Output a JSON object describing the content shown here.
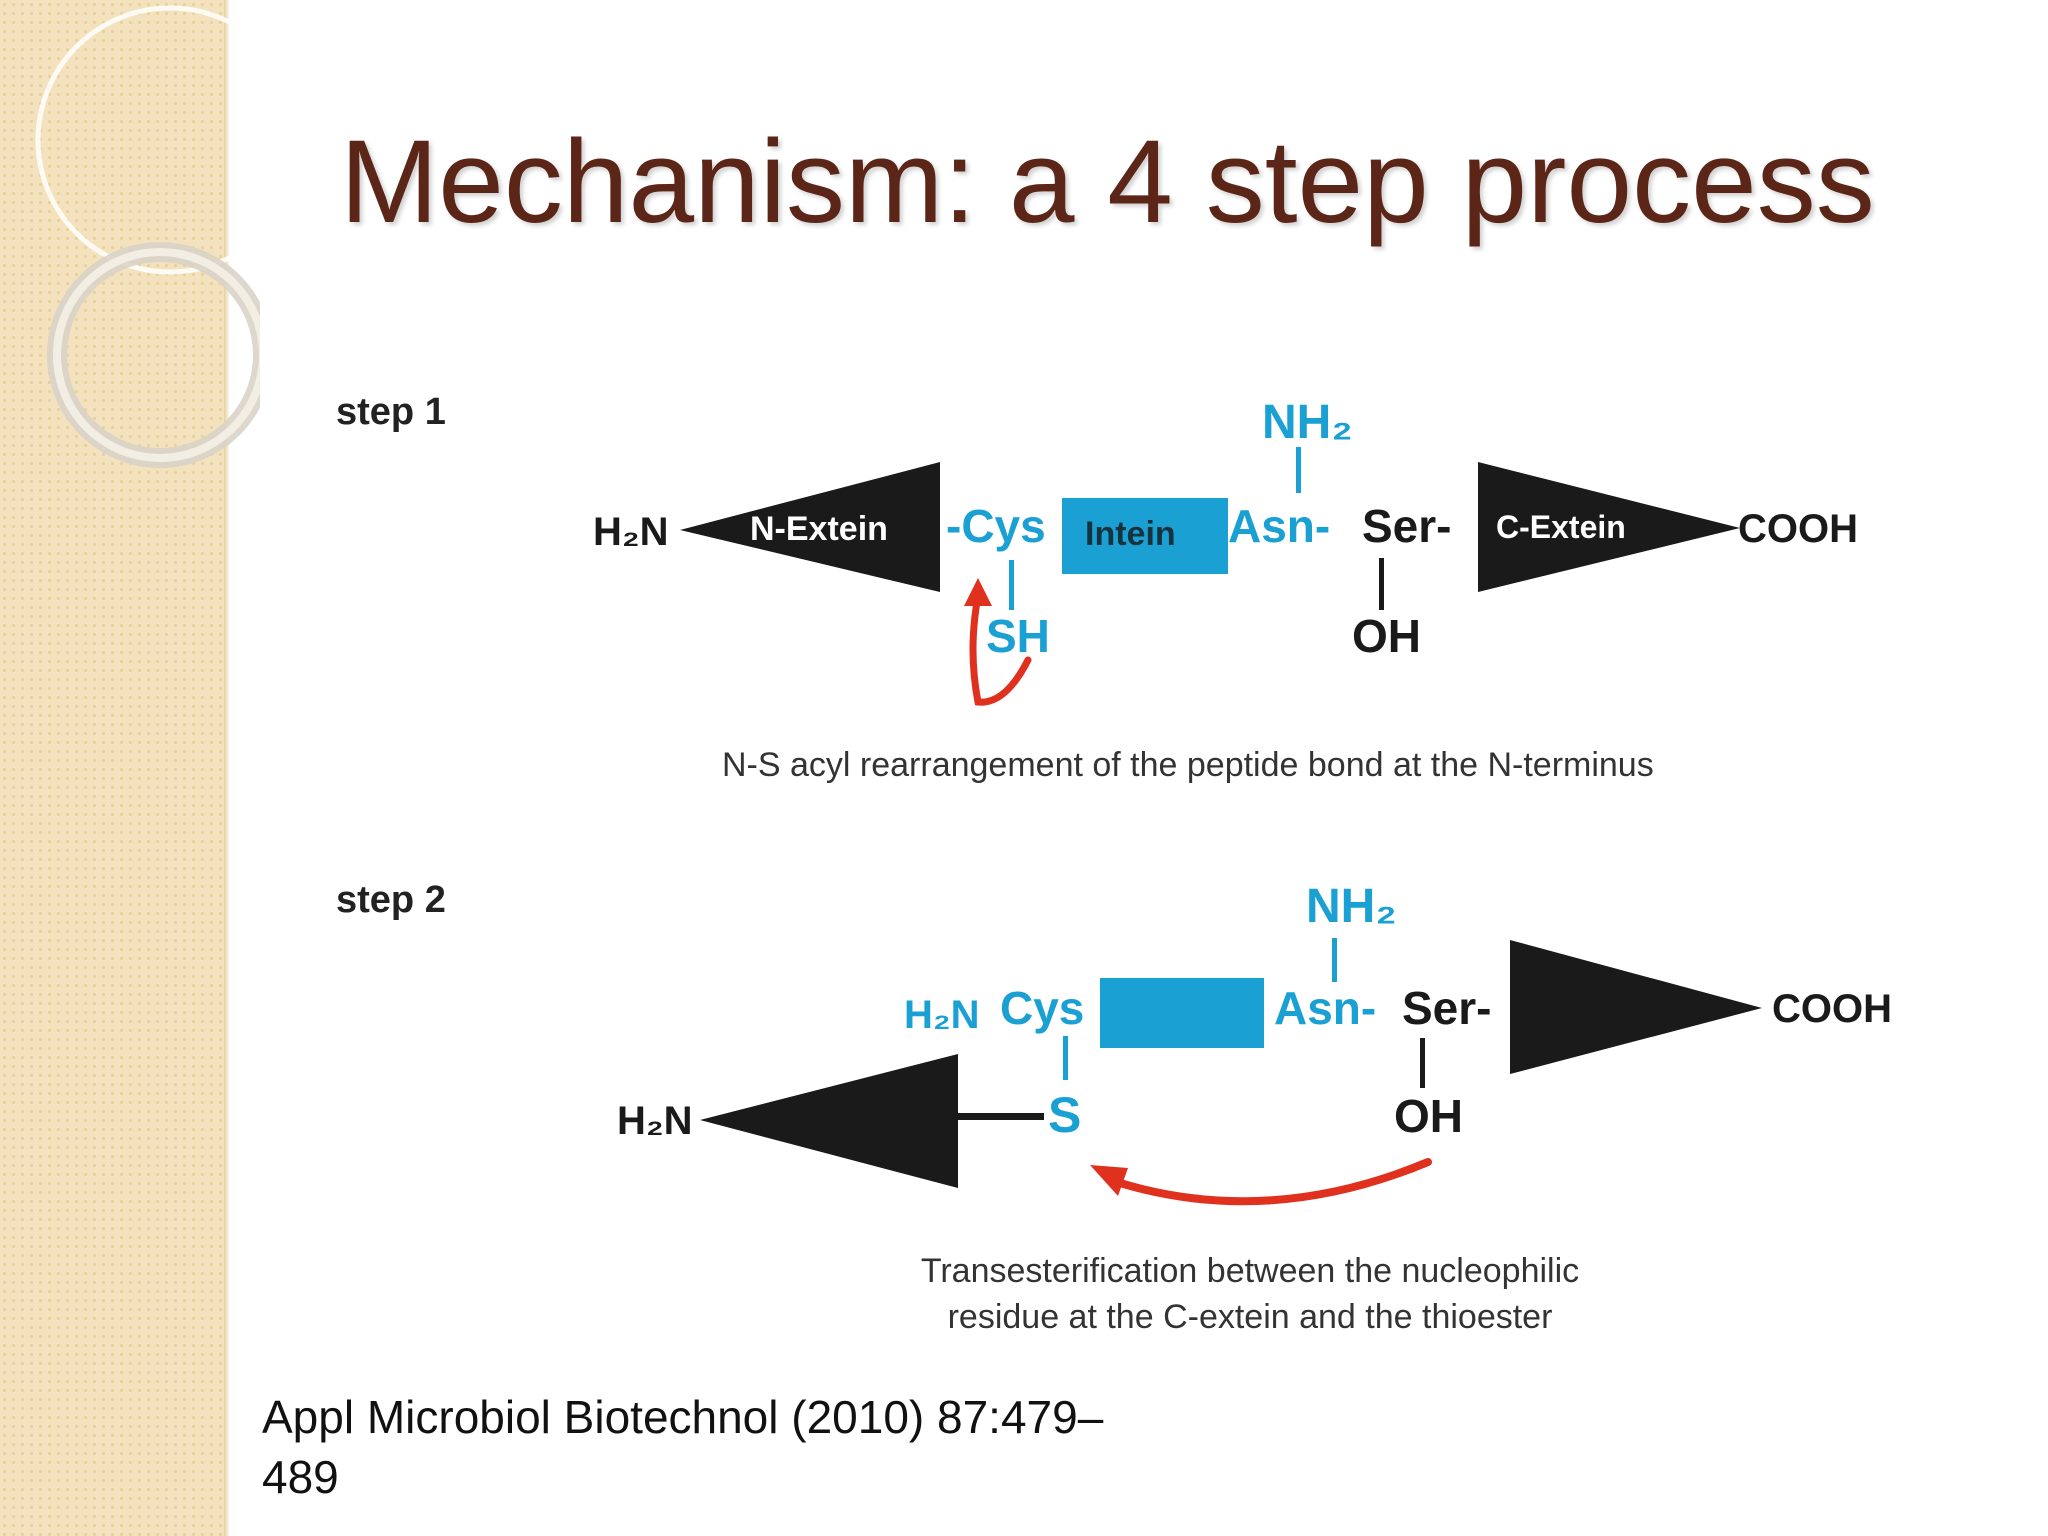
{
  "slide": {
    "title": "Mechanism: a 4 step process",
    "citation_line1": "Appl Microbiol Biotechnol (2010) 87:479–",
    "citation_line2": "489"
  },
  "step1": {
    "label": "step 1",
    "h2n": "H₂N",
    "n_extein": "N-Extein",
    "cys": "-Cys",
    "intein": "Intein",
    "asn": "Asn-",
    "ser": "Ser-",
    "c_extein": "C-Extein",
    "cooh": "COOH",
    "nh2": "NH₂",
    "sh": "SH",
    "oh": "OH",
    "caption": "N-S acyl rearrangement of the peptide bond at the N-terminus"
  },
  "step2": {
    "label": "step 2",
    "h2n_cys": "H₂N",
    "cys": "Cys",
    "asn": "Asn-",
    "ser": "Ser-",
    "cooh": "COOH",
    "nh2": "NH₂",
    "s": "S",
    "oh": "OH",
    "h2n_extein": "H₂N",
    "caption_line1": "Transesterification between the nucleophilic",
    "caption_line2": "residue at the C-extein and the thioester"
  },
  "colors": {
    "title": "#5b2617",
    "cyan": "#1aa0d2",
    "arrow_red": "#e0301e",
    "sidebar": "#f3e2bd"
  }
}
